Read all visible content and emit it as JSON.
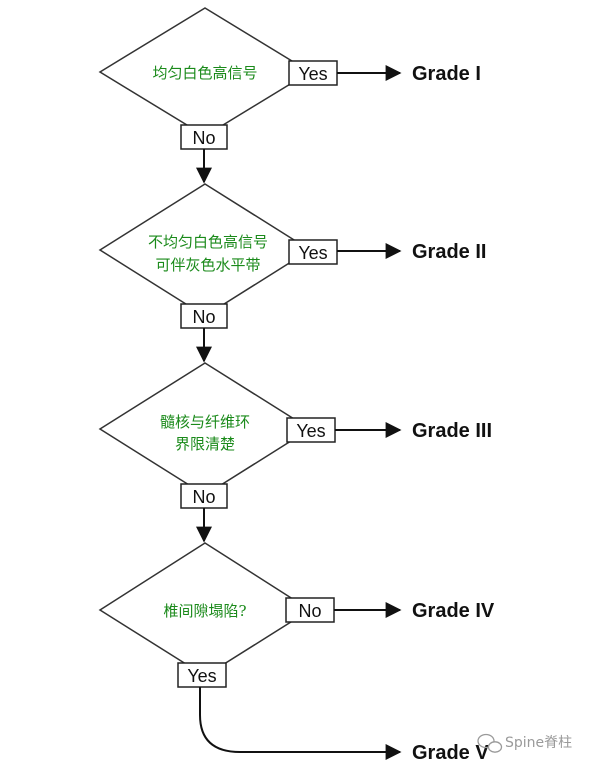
{
  "steps": [
    {
      "condition_lines": [
        "均匀白色高信号"
      ],
      "yes": "Yes",
      "no": "No",
      "grade": "Grade I"
    },
    {
      "condition_lines": [
        "不均匀白色高信号",
        "可伴灰色水平带"
      ],
      "yes": "Yes",
      "no": "No",
      "grade": "Grade II"
    },
    {
      "condition_lines": [
        "髓核与纤维环",
        "界限清楚"
      ],
      "yes": "Yes",
      "no": "No",
      "grade": "Grade III"
    },
    {
      "condition_lines": [
        "椎间隙塌陷?"
      ],
      "yes": "Yes",
      "no": "No",
      "grade": "Grade IV"
    }
  ],
  "final_grade": "Grade V",
  "watermark": "Spine脊柱",
  "colors": {
    "condition_text": "#1a8a1a",
    "line": "#111111",
    "watermark": "#9a9a9a"
  },
  "icons": {
    "watermark": "wechat-icon"
  }
}
